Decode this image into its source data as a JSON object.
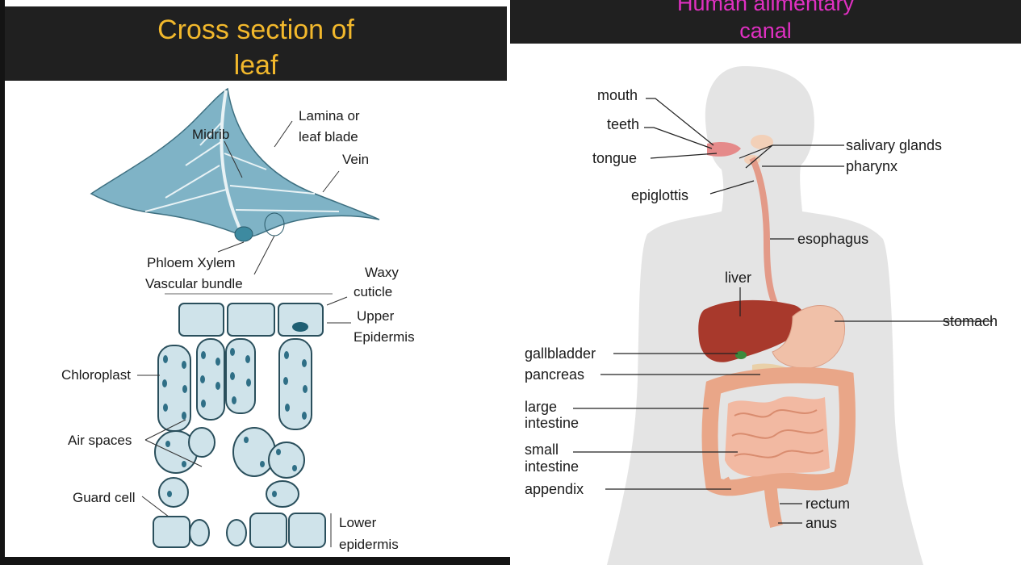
{
  "leaf_slide": {
    "title_line1": "Cross section of",
    "title_line2": "leaf",
    "labels": {
      "midrib": "Midrib",
      "lamina_1": "Lamina or",
      "lamina_2": "leaf blade",
      "vein": "Vein",
      "phloem_xylem": "Phloem Xylem",
      "vascular_bundle": "Vascular bundle",
      "waxy": "Waxy",
      "cuticle": "cuticle",
      "upper": "Upper",
      "epidermis": "Epidermis",
      "chloroplast": "Chloroplast",
      "air_spaces": "Air spaces",
      "guard_cell": "Guard cell",
      "lower": "Lower",
      "lower_epidermis": "epidermis"
    }
  },
  "gut_slide": {
    "title_line1": "Human alimentary",
    "title_line2": "canal",
    "labels": {
      "mouth": "mouth",
      "teeth": "teeth",
      "tongue": "tongue",
      "epiglottis": "epiglottis",
      "salivary_glands": "salivary glands",
      "pharynx": "pharynx",
      "esophagus": "esophagus",
      "liver": "liver",
      "stomach": "stomach",
      "gallbladder": "gallbladder",
      "pancreas": "pancreas",
      "large_1": "large",
      "large_2": "intestine",
      "small_1": "small",
      "small_2": "intestine",
      "appendix": "appendix",
      "rectum": "rectum",
      "anus": "anus"
    }
  },
  "colors": {
    "leaf_title": "#f2b82c",
    "gut_title": "#e030c2",
    "header_bg": "#202020",
    "leaf_fill": "#7fb3c6",
    "cell_fill": "#cfe3ea",
    "chloroplast": "#2f6f86",
    "body_fill": "#e4e4e4",
    "liver": "#a8392c",
    "intestine": "#f0b59a"
  }
}
